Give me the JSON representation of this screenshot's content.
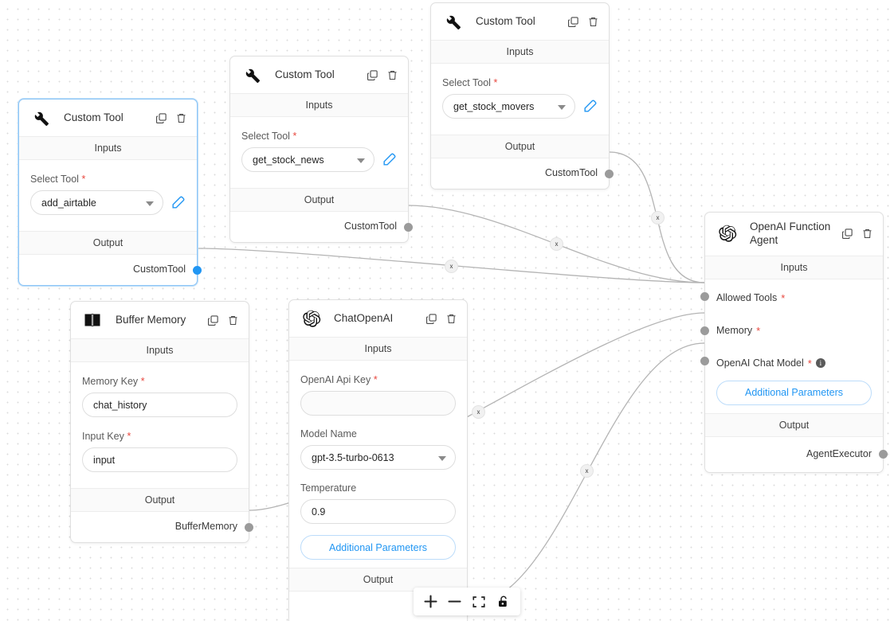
{
  "canvas": {
    "background": "#ffffff",
    "dot_color": "#dcdcdc",
    "accent": "#2196f3",
    "required_marker": "*"
  },
  "section_labels": {
    "inputs": "Inputs",
    "output": "Output"
  },
  "nodes": [
    {
      "id": "custom-tool-1",
      "icon": "wrench-icon",
      "title": "Custom Tool",
      "selected": true,
      "field_label": "Select Tool",
      "field_value": "add_airtable",
      "output_label": "CustomTool"
    },
    {
      "id": "custom-tool-2",
      "icon": "wrench-icon",
      "title": "Custom Tool",
      "selected": false,
      "field_label": "Select Tool",
      "field_value": "get_stock_news",
      "output_label": "CustomTool"
    },
    {
      "id": "custom-tool-3",
      "icon": "wrench-icon",
      "title": "Custom Tool",
      "selected": false,
      "field_label": "Select Tool",
      "field_value": "get_stock_movers",
      "output_label": "CustomTool"
    },
    {
      "id": "buffer-memory",
      "icon": "book-icon",
      "title": "Buffer Memory",
      "selected": false,
      "fields": [
        {
          "label": "Memory Key",
          "value": "chat_history"
        },
        {
          "label": "Input Key",
          "value": "input"
        }
      ],
      "output_label": "BufferMemory"
    },
    {
      "id": "chat-openai",
      "icon": "openai-icon",
      "title": "ChatOpenAI",
      "selected": false,
      "fields": [
        {
          "label": "OpenAI Api Key",
          "value": "",
          "required": true
        },
        {
          "label": "Model Name",
          "value": "gpt-3.5-turbo-0613",
          "required": false
        },
        {
          "label": "Temperature",
          "value": "0.9",
          "required": false
        }
      ],
      "additional_params_label": "Additional Parameters",
      "output_label": ""
    },
    {
      "id": "openai-function-agent",
      "icon": "openai-icon",
      "title": "OpenAI Function Agent",
      "selected": false,
      "input_rows": [
        {
          "label": "Allowed Tools",
          "required": true,
          "info": false
        },
        {
          "label": "Memory",
          "required": true,
          "info": false
        },
        {
          "label": "OpenAI Chat Model",
          "required": true,
          "info": true
        }
      ],
      "additional_params_label": "Additional Parameters",
      "output_label": "AgentExecutor"
    }
  ],
  "edges": [
    {
      "from": "custom-tool-1",
      "to": "openai-function-agent",
      "delete_label": "x"
    },
    {
      "from": "custom-tool-2",
      "to": "openai-function-agent",
      "delete_label": "x"
    },
    {
      "from": "custom-tool-3",
      "to": "openai-function-agent",
      "delete_label": "x"
    },
    {
      "from": "buffer-memory",
      "to": "openai-function-agent",
      "delete_label": "x"
    },
    {
      "from": "chat-openai",
      "to": "openai-function-agent",
      "delete_label": "x"
    }
  ],
  "toolbar": {
    "zoom_in": "+",
    "zoom_out": "−",
    "fit_view": "fit-view",
    "lock": "lock"
  }
}
